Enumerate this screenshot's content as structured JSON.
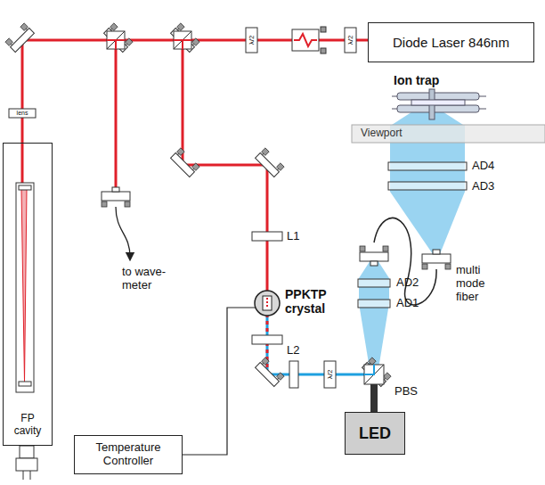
{
  "diagram": {
    "nodes": [
      {
        "text": [
          "Diode Laser 846nm"
        ]
      },
      {
        "text": [
          "FP cavity"
        ]
      },
      {
        "text": [
          "Temperature Controller"
        ]
      },
      {
        "text": [
          "LED"
        ]
      }
    ],
    "labels": [
      "λ/2",
      "λ/2",
      "lens",
      "to wave-meter",
      "L1",
      "PPKTP crystal",
      "L2",
      "λ/2",
      "PBS",
      "AD2",
      "AD1",
      "Ion trap",
      "Viewport",
      "AD4",
      "AD3",
      "multi mode fiber"
    ]
  }
}
